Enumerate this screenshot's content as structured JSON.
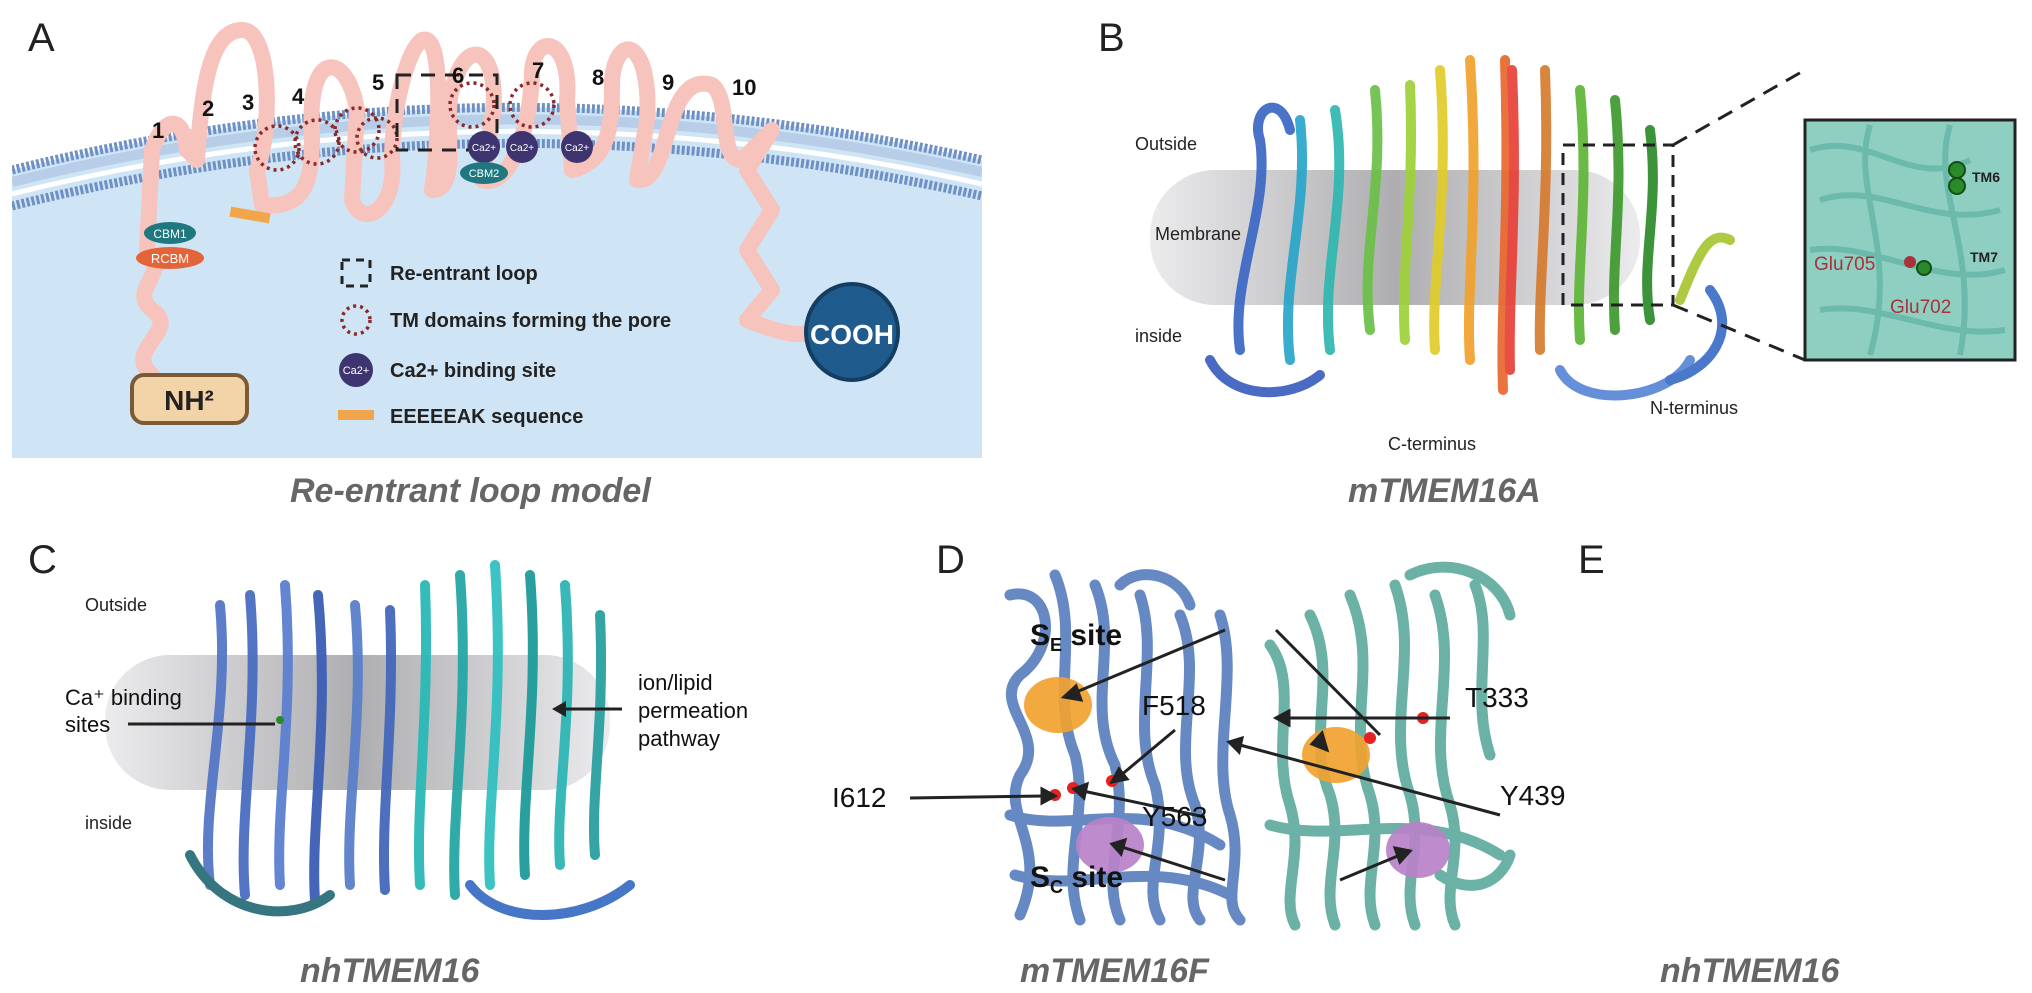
{
  "panels": {
    "A": {
      "label": "A",
      "caption": "Re-entrant loop model",
      "tm_numbers": [
        "1",
        "2",
        "3",
        "4",
        "5",
        "6",
        "7",
        "8",
        "9",
        "10"
      ],
      "n_terminus": "NH²",
      "c_terminus": "COOH",
      "cbm1": "CBM1",
      "rcbm": "RCBM",
      "cbm2": "CBM2",
      "ca_badge": "Ca2+",
      "legend": {
        "reentrant": "Re-entrant loop",
        "pore": "TM domains forming the pore",
        "ca_site": "Ca2+ binding site",
        "eeeeeak": "EEEEEAK sequence"
      }
    },
    "B": {
      "label": "B",
      "caption": "mTMEM16A",
      "outside": "Outside",
      "membrane": "Membrane",
      "inside": "inside",
      "c_term": "C-terminus",
      "n_term": "N-terminus",
      "inset": {
        "tm6": "TM6",
        "tm7": "TM7",
        "glu705": "Glu705",
        "glu702": "Glu702"
      }
    },
    "C": {
      "label": "C",
      "caption": "nhTMEM16",
      "outside": "Outside",
      "inside": "inside",
      "ca_sites_line1": "Ca⁺ binding",
      "ca_sites_line2": "sites",
      "perm_line1": "ion/lipid",
      "perm_line2": "permeation",
      "perm_line3": "pathway"
    },
    "D": {
      "label": "D",
      "caption": "mTMEM16F",
      "se_site": "S",
      "se_sub": "E",
      "sc_site": "S",
      "sc_sub": "C",
      "site_word": " site",
      "f518": "F518",
      "i612": "I612",
      "y563": "Y563"
    },
    "E": {
      "label": "E",
      "caption": "nhTMEM16",
      "t333": "T333",
      "y439": "Y439"
    }
  },
  "colors": {
    "cytoplasm": "#cfe5f5",
    "membrane": "#6f90c4",
    "protein_chain": "#f6c3bd",
    "ca_site": "#3e3470",
    "cbm": "#1f7880",
    "rcbm": "#e4643a",
    "nh2_box": "#f3d3a8",
    "cooh": "#1f5b8d",
    "mTMEM16F_ribbon": "#5a7fbf",
    "nhTMEM16_ribbon": "#5fab9e",
    "se_blob": "#f0a230",
    "sc_blob": "#b882c8",
    "residue": "#e52222",
    "glu_label": "#a8323a"
  }
}
